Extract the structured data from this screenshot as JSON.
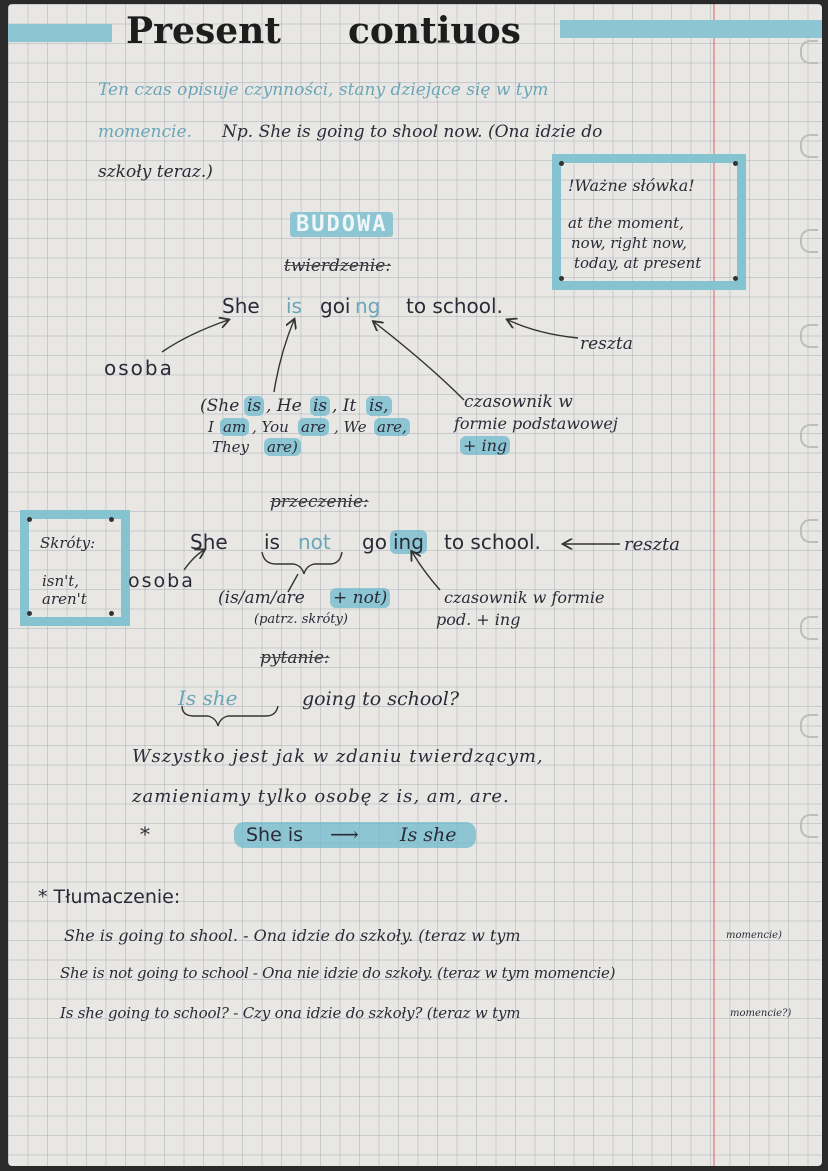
{
  "title": {
    "word1": "Present",
    "word2": "contiuos"
  },
  "intro": {
    "line1": "Ten czas opisuje czynności, stany dziejące się w tym",
    "line2a": "momencie.",
    "line2b": "Np. She is going to shool now. (Ona idzie do",
    "line3": "szkoły teraz.)"
  },
  "vocab_box": {
    "heading": "!Ważne słówka!",
    "line1": "at the moment,",
    "line2": "now, right now,",
    "line3": "today, at present"
  },
  "section_label": "BUDOWA",
  "affirmative": {
    "heading": "twierdzenie:",
    "she": "She",
    "is": "is",
    "going_a": "goi",
    "going_b": "ng",
    "rest": "to school.",
    "label_person": "osoba",
    "label_rest": "reszta",
    "forms_line1_a": "(She",
    "forms_line1_is1": "is",
    "forms_line1_b": ", He",
    "forms_line1_is2": "is",
    "forms_line1_c": ", It",
    "forms_line1_is3": "is,",
    "forms_line2_a": "I",
    "forms_line2_am": "am",
    "forms_line2_b": ", You",
    "forms_line2_are1": "are",
    "forms_line2_c": ", We",
    "forms_line2_are2": "are,",
    "forms_line3_a": "They",
    "forms_line3_are": "are)",
    "verb_line1": "czasownik w",
    "verb_line2": "formie podstawowej",
    "verb_line3": "+ ing"
  },
  "negative": {
    "heading": "przeczenie:",
    "she": "She",
    "is": "is",
    "not": "not",
    "going_a": "go",
    "going_b": "ing",
    "rest": "to school.",
    "label_rest": "reszta",
    "label_person": "osoba",
    "forms_a": "(is/am/are",
    "forms_not": "+ not)",
    "forms_note": "(patrz. skróty)",
    "verb_line1": "czasownik w formie",
    "verb_line2": "pod. + ing"
  },
  "short_box": {
    "heading": "Skróty:",
    "line1": "isn't,",
    "line2": "aren't"
  },
  "question": {
    "heading": "pytanie:",
    "is_she": "Is she",
    "rest": "going to school?",
    "note_line1": "Wszystko jest jak w zdaniu twierdzącym,",
    "note_line2": "zamieniamy tylko osobę z is, am, are.",
    "star": "*",
    "swap_from": "She is",
    "swap_arrow": "⟶",
    "swap_to": "Is she"
  },
  "translation": {
    "heading": "* Tłumaczenie:",
    "line1_a": "She is going to shool. - Ona idzie do szkoły. (teraz w tym",
    "line1_b": "momencie)",
    "line2": "She is not going to school - Ona nie idzie do szkoły. (teraz w tym momencie)",
    "line3_a": "Is she going to school? - Czy ona idzie do szkoły? (teraz w tym",
    "line3_b": "momencie?)"
  },
  "colors": {
    "accent": "#8ec5d2",
    "ink": "#2b2b38",
    "highlight_text": "#6aa6b8"
  }
}
